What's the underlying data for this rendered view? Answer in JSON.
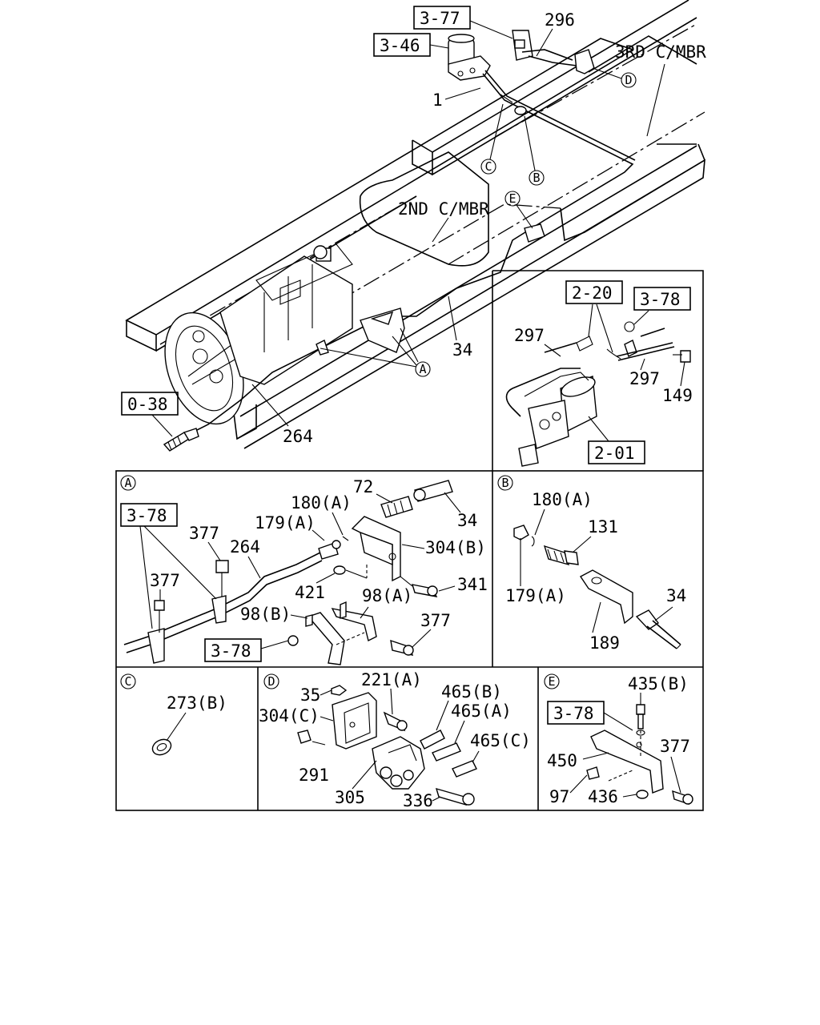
{
  "main": {
    "refs": {
      "r377": "3-77",
      "r346": "3-46",
      "r038": "0-38",
      "r220": "2-20",
      "r378": "3-78",
      "r201": "2-01"
    },
    "labels": {
      "p296": "296",
      "p3rd": "3RD C/MBR",
      "p1": "1",
      "p2nd": "2ND C/MBR",
      "p34": "34",
      "p264": "264",
      "p297a": "297",
      "p297b": "297",
      "p149": "149"
    },
    "markers": {
      "A": "A",
      "B": "B",
      "C": "C",
      "D": "D",
      "E": "E"
    }
  },
  "panel_a": {
    "marker": "A",
    "ref": "3-78",
    "ref2": "3-78",
    "labels": {
      "p377a": "377",
      "p264": "264",
      "p377b": "377",
      "p179a": "179(A)",
      "p180a": "180(A)",
      "p72": "72",
      "p34": "34",
      "p304b": "304(B)",
      "p421": "421",
      "p98a": "98(A)",
      "p98b": "98(B)",
      "p341": "341",
      "p377c": "377"
    }
  },
  "panel_b": {
    "marker": "B",
    "labels": {
      "p180a": "180(A)",
      "p131": "131",
      "p179a": "179(A)",
      "p34": "34",
      "p189": "189"
    }
  },
  "panel_c": {
    "marker": "C",
    "labels": {
      "p273b": "273(B)"
    }
  },
  "panel_d": {
    "marker": "D",
    "labels": {
      "p35": "35",
      "p221a": "221(A)",
      "p465b": "465(B)",
      "p304c": "304(C)",
      "p465a": "465(A)",
      "p465c": "465(C)",
      "p291": "291",
      "p305": "305",
      "p336": "336"
    }
  },
  "panel_e": {
    "marker": "E",
    "ref": "3-78",
    "labels": {
      "p435b": "435(B)",
      "p377": "377",
      "p450": "450",
      "p97": "97",
      "p436": "436"
    }
  }
}
